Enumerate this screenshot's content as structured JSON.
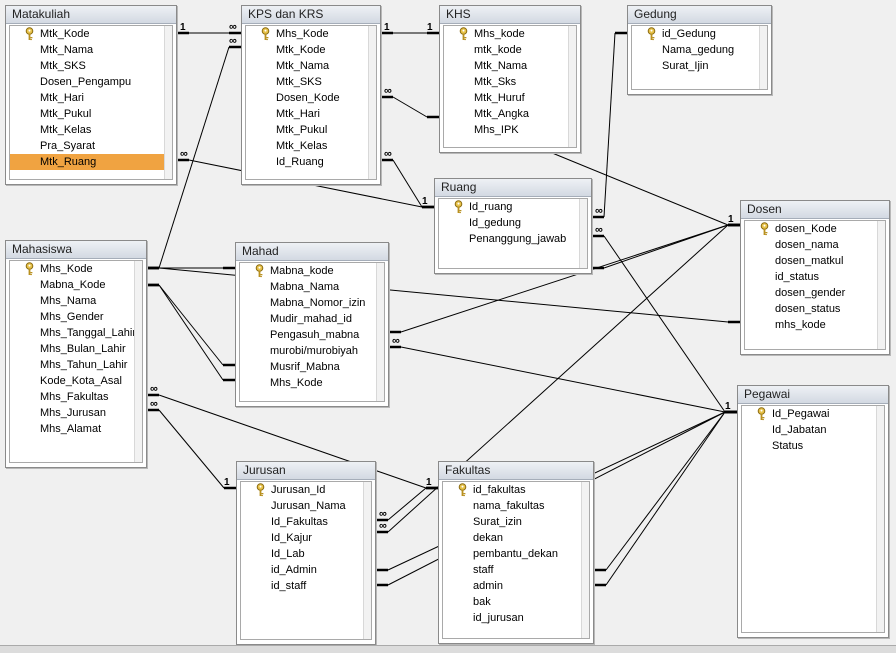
{
  "tables": [
    {
      "id": "matakuliah",
      "title": "Matakuliah",
      "key": 0,
      "selected": 8,
      "fields": [
        "Mtk_Kode",
        "Mtk_Nama",
        "Mtk_SKS",
        "Dosen_Pengampu",
        "Mtk_Hari",
        "Mtk_Pukul",
        "Mtk_Kelas",
        "Pra_Syarat",
        "Mtk_Ruang"
      ]
    },
    {
      "id": "kps",
      "title": "KPS dan KRS",
      "key": 0,
      "fields": [
        "Mhs_Kode",
        "Mtk_Kode",
        "Mtk_Nama",
        "Mtk_SKS",
        "Dosen_Kode",
        "Mtk_Hari",
        "Mtk_Pukul",
        "Mtk_Kelas",
        "Id_Ruang"
      ]
    },
    {
      "id": "khs",
      "title": "KHS",
      "key": 0,
      "fields": [
        "Mhs_kode",
        "mtk_kode",
        "Mtk_Nama",
        "Mtk_Sks",
        "Mtk_Huruf",
        "Mtk_Angka",
        "Mhs_IPK"
      ]
    },
    {
      "id": "gedung",
      "title": "Gedung",
      "key": 0,
      "fields": [
        "id_Gedung",
        "Nama_gedung",
        "Surat_Ijin"
      ]
    },
    {
      "id": "ruang",
      "title": "Ruang",
      "key": 0,
      "fields": [
        "Id_ruang",
        "Id_gedung",
        "Penanggung_jawab"
      ]
    },
    {
      "id": "dosen",
      "title": "Dosen",
      "key": 0,
      "fields": [
        "dosen_Kode",
        "dosen_nama",
        "dosen_matkul",
        "id_status",
        "dosen_gender",
        "dosen_status",
        "mhs_kode"
      ]
    },
    {
      "id": "mahasiswa",
      "title": "Mahasiswa",
      "key": 0,
      "fields": [
        "Mhs_Kode",
        "Mabna_Kode",
        "Mhs_Nama",
        "Mhs_Gender",
        "Mhs_Tanggal_Lahir",
        "Mhs_Bulan_Lahir",
        "Mhs_Tahun_Lahir",
        "Kode_Kota_Asal",
        "Mhs_Fakultas",
        "Mhs_Jurusan",
        "Mhs_Alamat"
      ]
    },
    {
      "id": "mahad",
      "title": "Mahad",
      "key": 0,
      "fields": [
        "Mabna_kode",
        "Mabna_Nama",
        "Mabna_Nomor_izin",
        "Mudir_mahad_id",
        "Pengasuh_mabna",
        "murobi/murobiyah",
        "Musrif_Mabna",
        "Mhs_Kode"
      ]
    },
    {
      "id": "pegawai",
      "title": "Pegawai",
      "key": 0,
      "fields": [
        "Id_Pegawai",
        "Id_Jabatan",
        "Status"
      ]
    },
    {
      "id": "jurusan",
      "title": "Jurusan",
      "key": 0,
      "fields": [
        "Jurusan_Id",
        "Jurusan_Nama",
        "Id_Fakultas",
        "Id_Kajur",
        "Id_Lab",
        "id_Admin",
        "id_staff"
      ]
    },
    {
      "id": "fakultas",
      "title": "Fakultas",
      "key": 0,
      "fields": [
        "id_fakultas",
        "nama_fakultas",
        "Surat_izin",
        "dekan",
        "pembantu_dekan",
        "staff",
        "admin",
        "bak",
        "id_jurusan"
      ]
    }
  ],
  "labels": {
    "one": "1",
    "many": "∞"
  },
  "colors": {
    "selected_field": "#f0a341",
    "line": "#000000"
  }
}
